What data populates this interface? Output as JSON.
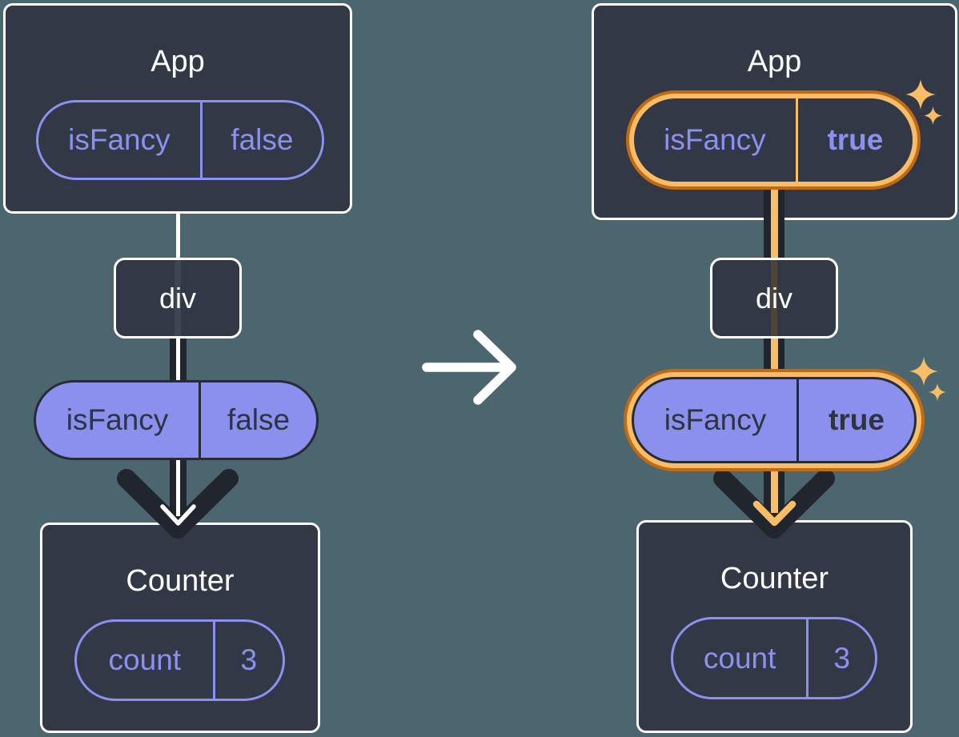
{
  "page": {
    "background_color": "#4B666F",
    "card_color": "#323845",
    "purple": "#8A91F0",
    "purple_fill": "#8B90EE",
    "orange": "#C26A12",
    "orange_light": "#F8BD66",
    "arrow_dark": "#21252E",
    "white": "#ffffff"
  },
  "before": {
    "app": {
      "title": "App",
      "pill": {
        "name": "isFancy",
        "value": "false"
      }
    },
    "div_node": {
      "label": "div"
    },
    "prop_pill": {
      "name": "isFancy",
      "value": "false"
    },
    "counter": {
      "title": "Counter",
      "pill": {
        "name": "count",
        "value": "3"
      }
    }
  },
  "after": {
    "app": {
      "title": "App",
      "pill": {
        "name": "isFancy",
        "value": "true",
        "highlighted": true
      }
    },
    "div_node": {
      "label": "div"
    },
    "prop_pill": {
      "name": "isFancy",
      "value": "true",
      "highlighted": true
    },
    "counter": {
      "title": "Counter",
      "pill": {
        "name": "count",
        "value": "3"
      }
    }
  },
  "icons": {
    "transition_arrow": "arrow-right",
    "sparkle": "four-point-star"
  }
}
